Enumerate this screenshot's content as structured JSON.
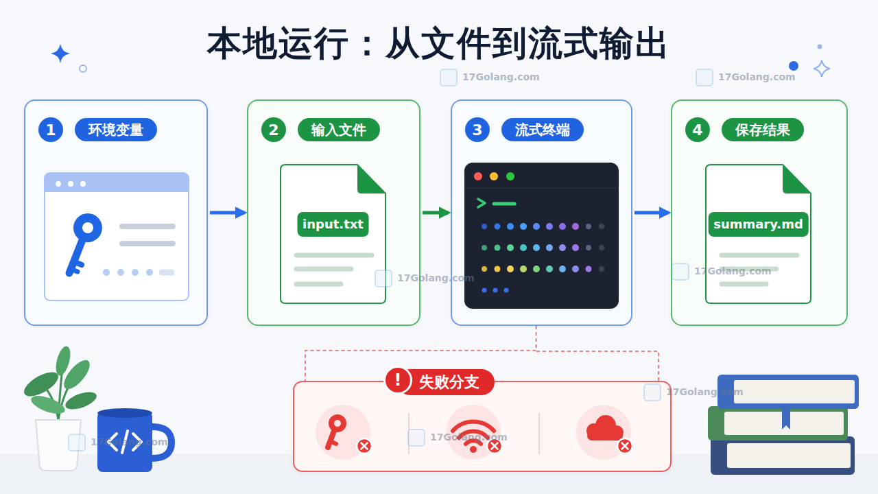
{
  "diagram": {
    "title": "本地运行：从文件到流式输出",
    "nodes": [
      {
        "text": [
          "1",
          "环境变量"
        ]
      },
      {
        "text": [
          "2",
          "输入文件"
        ]
      },
      {
        "text": [
          "input.txt"
        ],
        "in": 1
      },
      {
        "text": [
          "3",
          "流式终端"
        ]
      },
      {
        "text": [
          "4",
          "保存结果"
        ]
      },
      {
        "text": [
          "summary.md"
        ],
        "in": 4
      },
      {
        "text": [
          "!",
          "失败分支"
        ]
      }
    ],
    "edges": [
      {
        "from": 0,
        "to": 1,
        "arrow": "to"
      },
      {
        "from": 1,
        "to": 3,
        "arrow": "to"
      },
      {
        "from": 3,
        "to": 4,
        "arrow": "to"
      },
      {
        "from": 3,
        "to": 6,
        "arrow": "none"
      }
    ],
    "labels": [
      "17Golang.com",
      "17Golang.com",
      "17Golang.com",
      "17Golang.com",
      "17Golang.com",
      "17Golang.com",
      "17Golang.com"
    ]
  }
}
